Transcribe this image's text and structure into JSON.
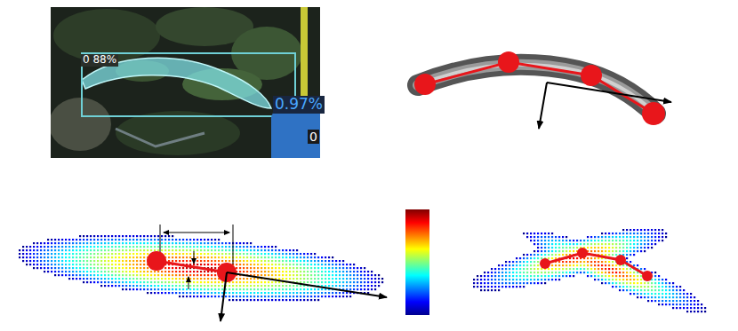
{
  "diagram": {
    "labels": [
      "0 88%",
      "0.97%",
      "0"
    ]
  }
}
